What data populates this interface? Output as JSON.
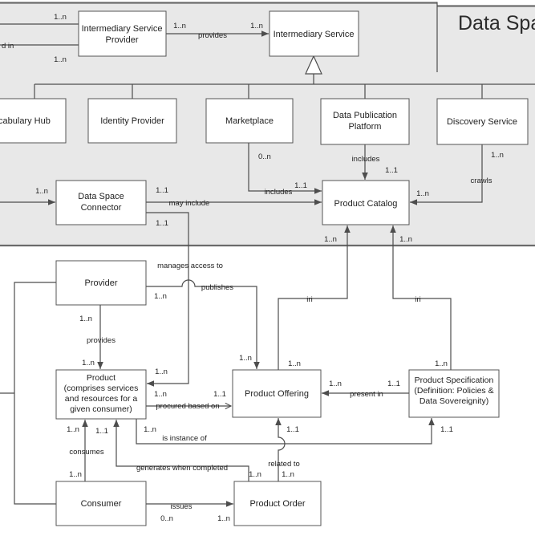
{
  "title": {
    "text": "Data Space"
  },
  "nodes": {
    "isp": {
      "l1": "Intermediary Service",
      "l2": "Provider"
    },
    "is": {
      "l1": "Intermediary Service"
    },
    "vocabulary_hub": {
      "l1": "Vocabulary Hub"
    },
    "identity_provider": {
      "l1": "Identity Provider"
    },
    "marketplace": {
      "l1": "Marketplace"
    },
    "dpp": {
      "l1": "Data Publication",
      "l2": "Platform"
    },
    "discovery": {
      "l1": "Discovery Service"
    },
    "dsc": {
      "l1": "Data Space",
      "l2": "Connector"
    },
    "product_catalog": {
      "l1": "Product Catalog"
    },
    "provider": {
      "l1": "Provider"
    },
    "product": {
      "l1": "Product",
      "l2": "(comprises services",
      "l3": "and resources for a",
      "l4": "given consumer)"
    },
    "product_offering": {
      "l1": "Product Offering"
    },
    "product_spec": {
      "l1": "Product Specification",
      "l2": "(Definition: Policies &",
      "l3": "Data Sovereignity)"
    },
    "consumer": {
      "l1": "Consumer"
    },
    "product_order": {
      "l1": "Product Order"
    }
  },
  "labels": {
    "provides": "provides",
    "d_in": "d in",
    "includes_mk": "includes",
    "includes_dpp": "includes",
    "crawls": "crawls",
    "may_include": "may include",
    "manages": "manages access to",
    "publishes": "publishes",
    "provides_product": "provides",
    "iri_offering": "iri",
    "iri_spec": "iri",
    "procured": "procured based on",
    "present_in": "present in",
    "is_instance_of": "is instance of",
    "related_to": "related to",
    "generates": "generates when completed",
    "consumes": "consumes",
    "issues": "issues"
  },
  "mult": {
    "isp_left_top": "1..n",
    "isp_left_bottom": "1..n",
    "provides_src": "1..n",
    "provides_tgt": "1..n",
    "mk_includes_src": "0..n",
    "mk_includes_tgt": "1..1",
    "dpp_includes_tgt": "1..1",
    "discovery_src": "1..n",
    "discovery_tgt": "1..n",
    "dsc_left": "1..n",
    "may_include_src": "1..1",
    "manages_src": "1..1",
    "manages_tgt": "1..n",
    "publishes_src": "1..n",
    "publishes_tgt": "1..n",
    "provides2_src": "1..n",
    "provides2_tgt": "1..n",
    "iri_offering_tgt": "1..n",
    "iri_offering_src": "1..n",
    "iri_spec_tgt": "1..n",
    "iri_spec_src": "1..n",
    "procured_src": "1..n",
    "procured_tgt": "1..1",
    "present_tgt": "1..n",
    "present_src": "1..1",
    "instance_src": "1..n",
    "instance_tgt": "1..1",
    "related_tgt": "1..1",
    "generates_tgt": "1..1",
    "related_src": "1..n",
    "generates_src": "1..n",
    "consumes_tgt": "1..n",
    "consumes_src": "1..n",
    "issues_src": "0..n",
    "issues_tgt": "1..n"
  }
}
